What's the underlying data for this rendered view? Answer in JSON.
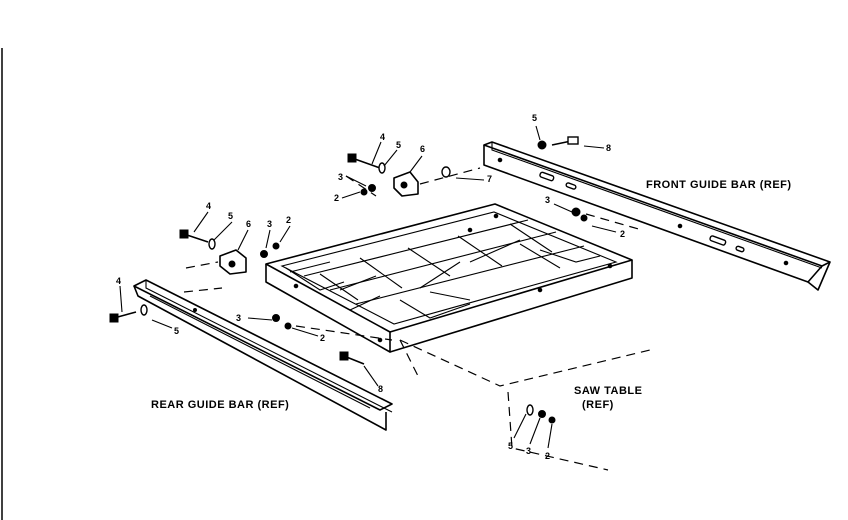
{
  "labels": {
    "front_guide_bar": "FRONT GUIDE BAR (REF)",
    "rear_guide_bar": "REAR GUIDE BAR (REF)",
    "saw_table_line1": "SAW TABLE",
    "saw_table_line2": "(REF)"
  },
  "callouts": {
    "c1": "4",
    "c2": "5",
    "c3": "6",
    "c4": "3",
    "c5": "2",
    "c6": "7",
    "c7": "5",
    "c8": "8",
    "c9": "3",
    "c10": "2",
    "c11": "4",
    "c12": "5",
    "c13": "6",
    "c14": "3",
    "c15": "2",
    "c16": "4",
    "c17": "5",
    "c18": "3",
    "c19": "2",
    "c20": "8",
    "c21": "5",
    "c22": "3",
    "c23": "2"
  },
  "colors": {
    "line": "#000000",
    "background": "#ffffff"
  }
}
